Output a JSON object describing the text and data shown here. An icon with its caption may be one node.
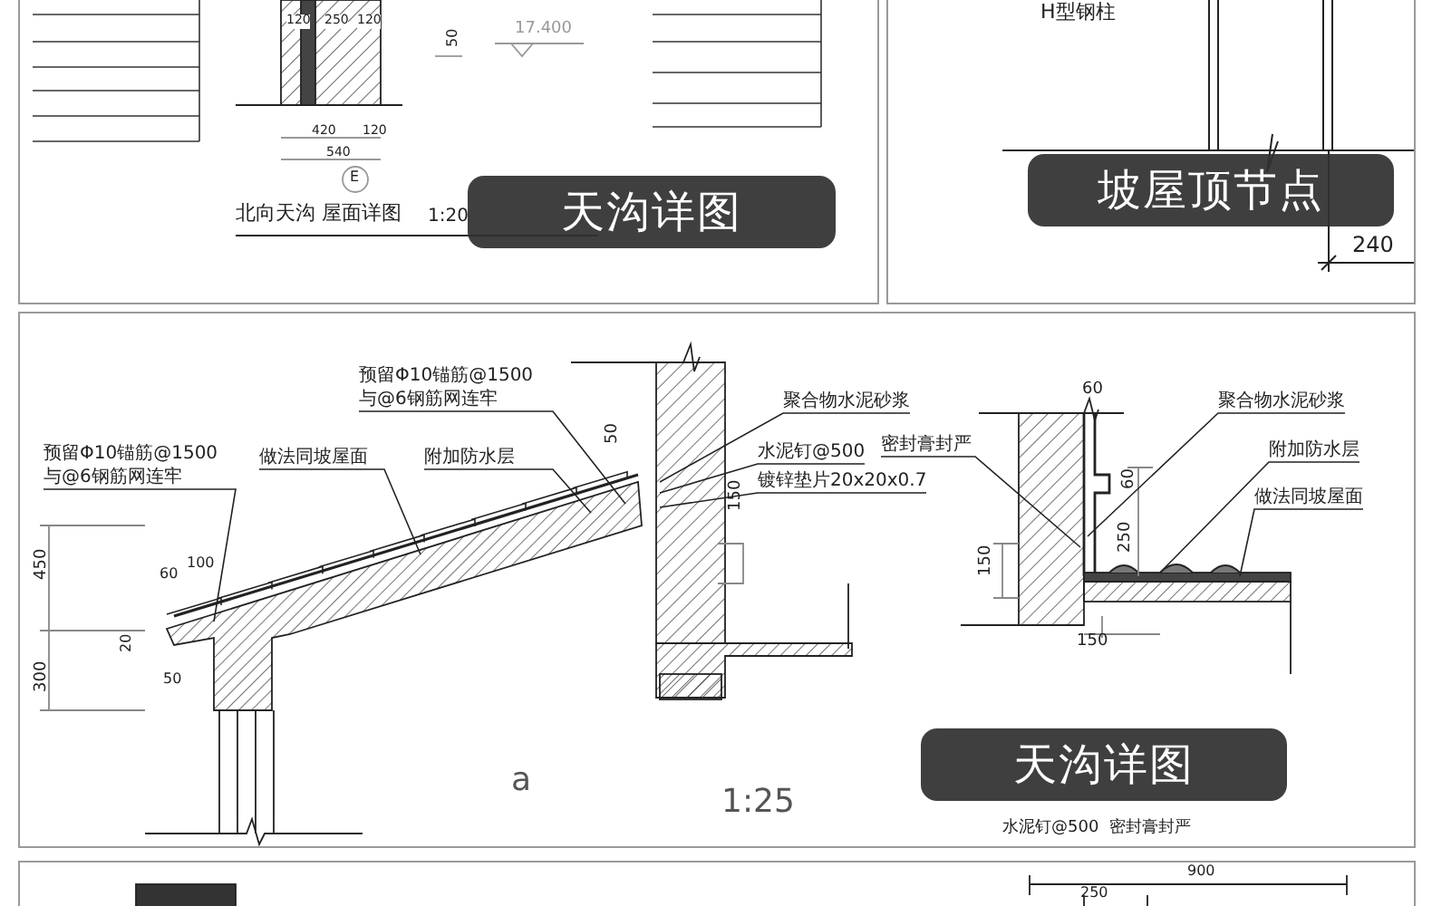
{
  "diagram": {
    "nodes": [
      {
        "text": [
          "天沟详图"
        ]
      },
      {
        "text": [
          "坡屋顶节点"
        ]
      },
      {
        "text": [
          "天沟详图"
        ]
      },
      {
        "text": [
          "预留Φ10锚筋@1500与@6钢筋网连牢"
        ]
      },
      {
        "text": [
          "做法同坡屋面"
        ]
      },
      {
        "text": [
          "附加防水层"
        ]
      },
      {
        "text": [
          "预留Φ10锚筋@1500与@6钢筋网连牢"
        ]
      },
      {
        "text": [
          "聚合物水泥砂浆"
        ]
      },
      {
        "text": [
          "水泥钉@500"
        ]
      },
      {
        "text": [
          "镀锌垫片20x20x0.7"
        ]
      },
      {
        "text": [
          "密封膏封严"
        ]
      },
      {
        "text": [
          "聚合物水泥砂浆"
        ]
      },
      {
        "text": [
          "附加防水层"
        ]
      },
      {
        "text": [
          "做法同坡屋面"
        ]
      }
    ],
    "edges": [
      {
        "from": 3,
        "to": null,
        "arrow": "none"
      },
      {
        "from": 4,
        "to": null,
        "arrow": "none"
      },
      {
        "from": 5,
        "to": null,
        "arrow": "none"
      },
      {
        "from": 6,
        "to": null,
        "arrow": "none"
      },
      {
        "from": 7,
        "to": null,
        "arrow": "none"
      },
      {
        "from": 8,
        "to": null,
        "arrow": "none"
      },
      {
        "from": 9,
        "to": null,
        "arrow": "none"
      },
      {
        "from": 10,
        "to": null,
        "arrow": "none"
      },
      {
        "from": 11,
        "to": null,
        "arrow": "none"
      },
      {
        "from": 12,
        "to": null,
        "arrow": "none"
      },
      {
        "from": 13,
        "to": null,
        "arrow": "none"
      }
    ],
    "labels": [
      "120",
      "250",
      "120",
      "50",
      "17.400",
      "420",
      "120",
      "540",
      "E",
      "北向天沟 屋面详图",
      "1:20",
      "H型钢柱",
      "240",
      "50",
      "60",
      "60",
      "100",
      "450",
      "150",
      "60",
      "250",
      "20",
      "150",
      "300",
      "50",
      "150",
      "a",
      "1:25",
      "水泥钉@500",
      "密封膏封严",
      "900",
      "250"
    ]
  }
}
